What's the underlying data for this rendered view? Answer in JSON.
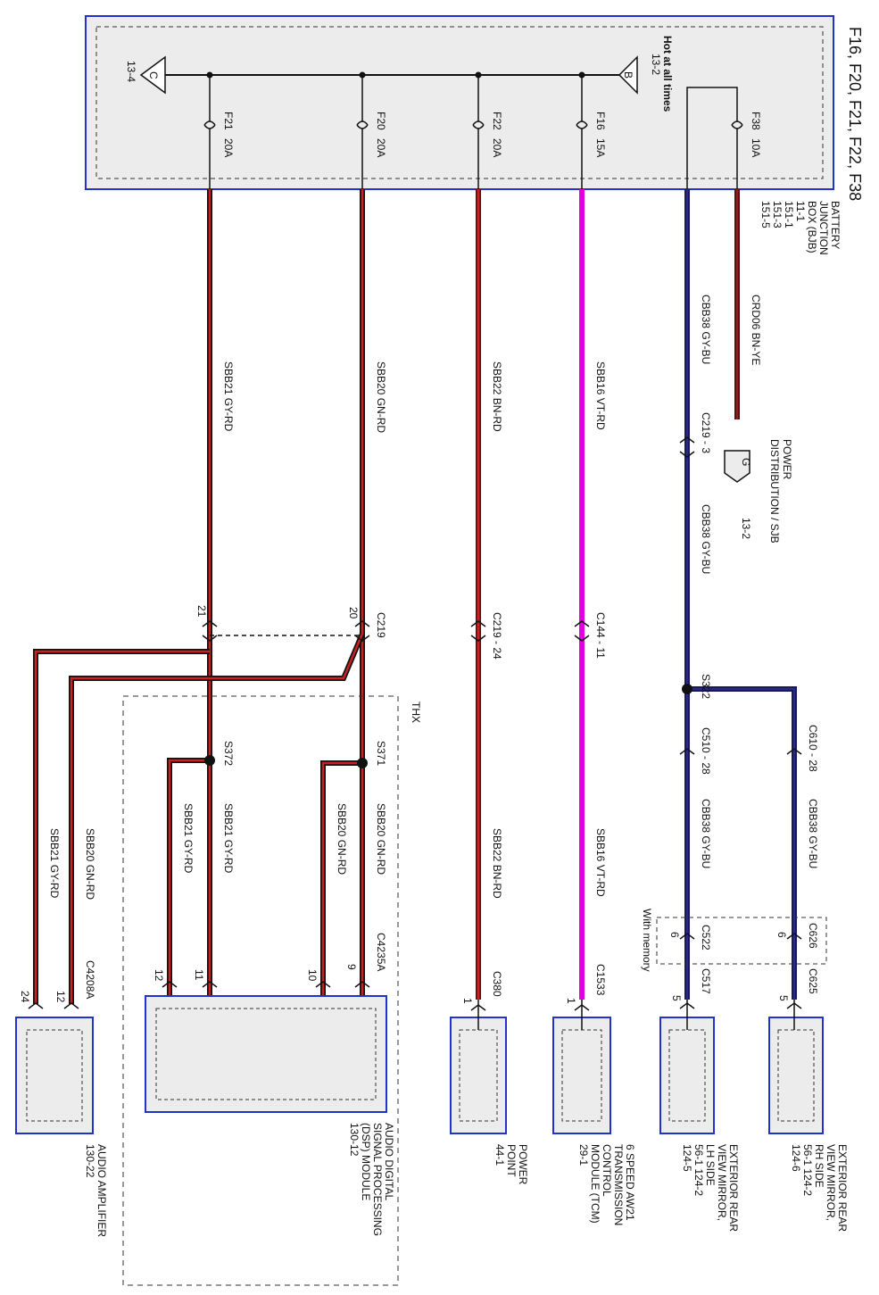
{
  "title": "F16, F20, F21, F22, F38",
  "bjb": {
    "lines": [
      "BATTERY",
      "JUNCTION",
      "BOX (BJB)",
      "11-1",
      "151-1",
      "151-3",
      "151-5"
    ],
    "hot_label": "Hot at all times",
    "hot_ref": "13-2",
    "c_tag": "C",
    "c_ref": "13-4",
    "b_tag": "B"
  },
  "fuses": [
    {
      "name": "F21",
      "amps": "20A"
    },
    {
      "name": "F20",
      "amps": "20A"
    },
    {
      "name": "F22",
      "amps": "20A"
    },
    {
      "name": "F16",
      "amps": "15A"
    },
    {
      "name": "F38",
      "amps": "10A"
    }
  ],
  "wires": {
    "crd06": "CRD06   BN-YE",
    "cbb38_top": "CBB38   GY-BU",
    "cbb38_mid": "CBB38   GY-BU",
    "sbb16": "SBB16   VT-RD",
    "sbb22": "SBB22   BN-RD",
    "sbb20": "SBB20   GN-RD",
    "sbb21": "SBB21   GY-RD",
    "sbb16_low": "SBB16   VT-RD",
    "sbb22_low": "SBB22   BN-RD",
    "sbb20_a": "SBB20   GN-RD",
    "sbb20_b": "SBB20   GN-RD",
    "sbb21_a": "SBB21   GY-RD",
    "sbb21_b": "SBB21   GY-RD",
    "sbb20_amp": "SBB20   GN-RD",
    "sbb21_amp": "SBB21   GY-RD",
    "cbb38_lh": "CBB38   GY-BU",
    "cbb38_rh": "CBB38   GY-BU"
  },
  "power_dist": {
    "lines": [
      "POWER",
      "DISTRIBUTION / SJB"
    ],
    "tag": "G",
    "ref": "13-2"
  },
  "connectors": {
    "c219_3": "C219 - 3",
    "c219": "C219",
    "c219_24": "C219 - 24",
    "c144_11": "C144 - 11",
    "s322": "S322",
    "c510_28": "C510 - 28",
    "c610_28": "C610 - 28",
    "s371": "S371",
    "s372": "S372",
    "pin20": "20",
    "pin21": "21",
    "thx": "THX",
    "c522": "C522",
    "c626": "C626",
    "pin6a": "6",
    "pin6b": "6",
    "with_memory": "With memory",
    "c517": "C517",
    "c625": "C625",
    "pin5a": "5",
    "pin5b": "5",
    "c1533": "C1533",
    "pin1a": "1",
    "c380": "C380",
    "pin1b": "1",
    "c4235a": "C4235A",
    "pin9": "9",
    "pin10": "10",
    "pin11": "11",
    "pin12": "12",
    "c4208a": "C4208A",
    "pin12b": "12",
    "pin24": "24"
  },
  "modules": {
    "mirror_rh": [
      "EXTERIOR REAR",
      "VIEW MIRROR,",
      "RH SIDE",
      "56-1    124-2",
      "124-6"
    ],
    "mirror_lh": [
      "EXTERIOR REAR",
      "VIEW MIRROR,",
      "LH SIDE",
      "56-1    124-2",
      "124-5"
    ],
    "tcm": [
      "6 SPEED AW21",
      "TRANSMISSION",
      "CONTROL",
      "MODULE (TCM)",
      "29-1"
    ],
    "power_point": [
      "POWER",
      "POINT",
      "44-1"
    ],
    "dsp": [
      "AUDIO DIGITAL",
      "SIGNAL PROCESSING",
      "(DSP) MODULE",
      "130-12"
    ],
    "amp": [
      "AUDIO AMPLIFIER",
      "130-22"
    ]
  },
  "colors": {
    "frame": "#2233cc",
    "red": "#cc1f1f",
    "violet": "#e000e0",
    "navy": "#1a1a5a",
    "dark": "#111111",
    "gray": "#ececec"
  }
}
